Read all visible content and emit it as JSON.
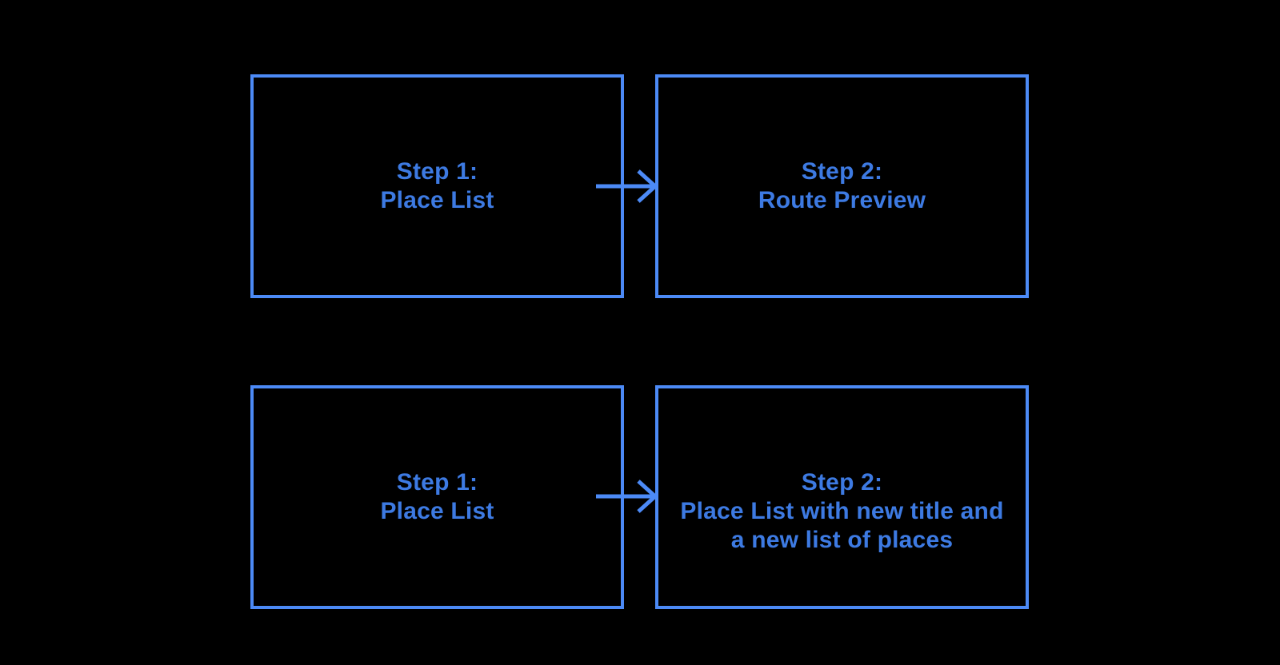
{
  "colors": {
    "background": "#000000",
    "box_border": "#4c8af6",
    "arrow": "#4c8af6",
    "text": "#3d7ae2"
  },
  "flows": [
    {
      "steps": [
        {
          "lines": [
            "Step 1:",
            "Place List"
          ]
        },
        {
          "lines": [
            "Step 2:",
            "Route Preview"
          ]
        }
      ]
    },
    {
      "steps": [
        {
          "lines": [
            "Step 1:",
            "Place List"
          ]
        },
        {
          "lines": [
            "Step 2:",
            "Place List with new title and",
            "a new list of places"
          ]
        }
      ]
    }
  ]
}
